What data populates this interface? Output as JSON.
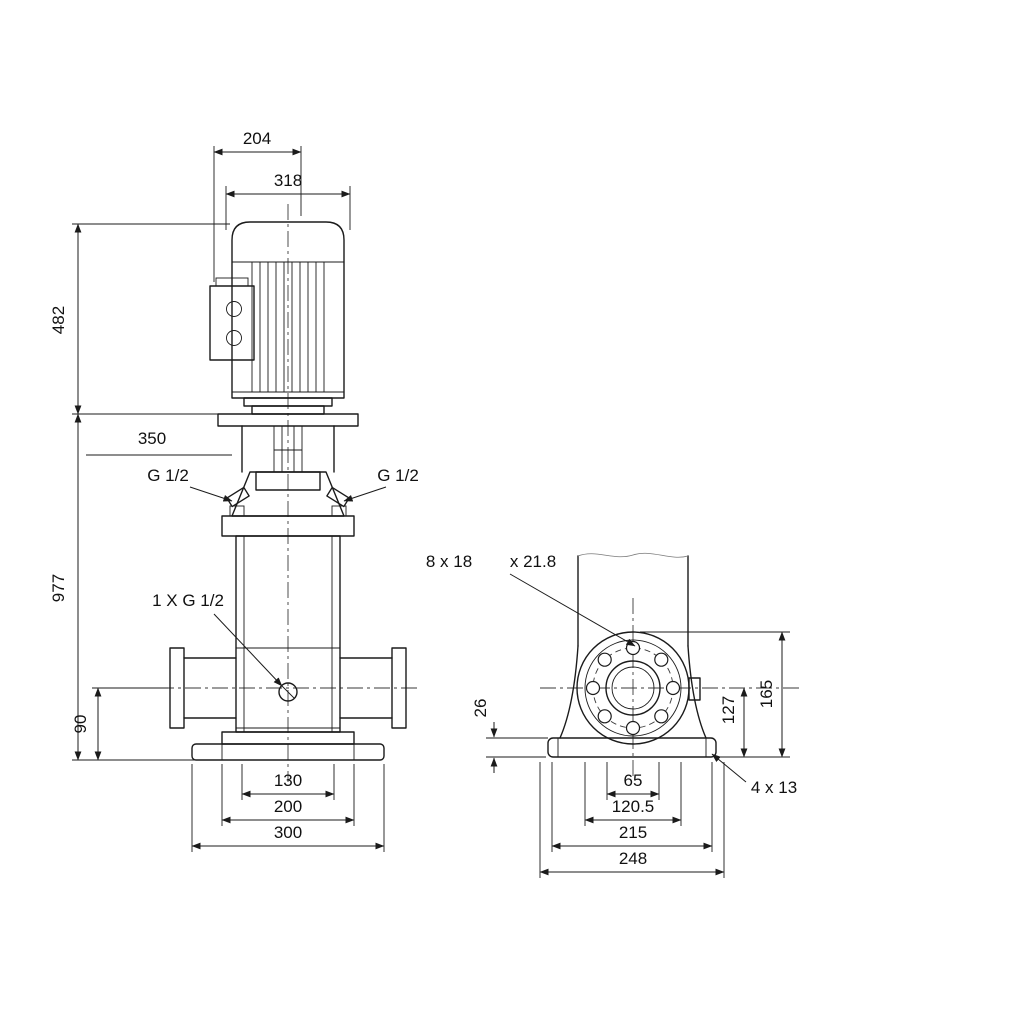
{
  "drawing_type": "pump-dimensional-drawing",
  "front_view": {
    "dim_204": "204",
    "dim_318": "318",
    "dim_482": "482",
    "dim_350": "350",
    "dim_977": "977",
    "dim_90": "90",
    "dim_130": "130",
    "dim_200": "200",
    "dim_300": "300",
    "port_left_label": "G 1/2",
    "port_right_label": "G 1/2",
    "drain_label": "1 X G 1/2"
  },
  "side_view": {
    "bolt_holes_label": "8 x 18",
    "counterbore_label": "x 21.8",
    "dim_26": "26",
    "dim_127": "127",
    "dim_165": "165",
    "dim_65": "65",
    "dim_120_5": "120.5",
    "dim_215": "215",
    "dim_248": "248",
    "base_slots_label": "4 x 13"
  }
}
